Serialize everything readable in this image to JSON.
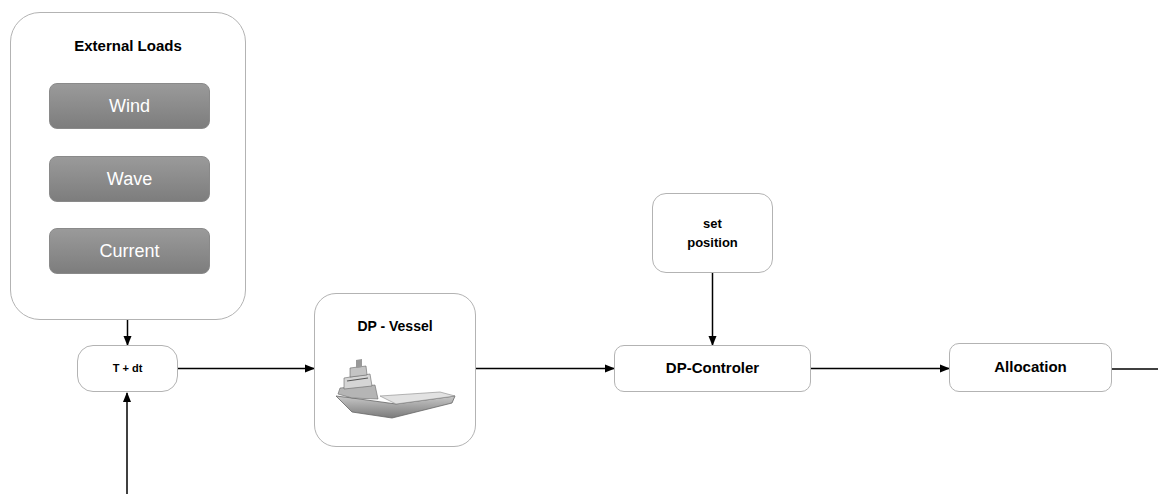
{
  "diagram": {
    "nodes": [
      {
        "text": [
          "External Loads"
        ]
      },
      {
        "text": [
          "Wind"
        ],
        "in": 0
      },
      {
        "text": [
          "Wave"
        ],
        "in": 0
      },
      {
        "text": [
          "Current"
        ],
        "in": 0
      },
      {
        "text": [
          "T + dt"
        ]
      },
      {
        "text": [
          "DP - Vessel"
        ]
      },
      {
        "text": [
          "set position"
        ]
      },
      {
        "text": [
          "DP-Controler"
        ]
      },
      {
        "text": [
          "Allocation"
        ]
      }
    ],
    "edges": [
      {
        "from": 0,
        "to": 4,
        "arrow": "to"
      },
      {
        "from": 4,
        "to": 5,
        "arrow": "to"
      },
      {
        "from": 5,
        "to": 7,
        "arrow": "to"
      },
      {
        "from": 6,
        "to": 7,
        "arrow": "to"
      },
      {
        "from": 7,
        "to": 8,
        "arrow": "to"
      }
    ]
  }
}
